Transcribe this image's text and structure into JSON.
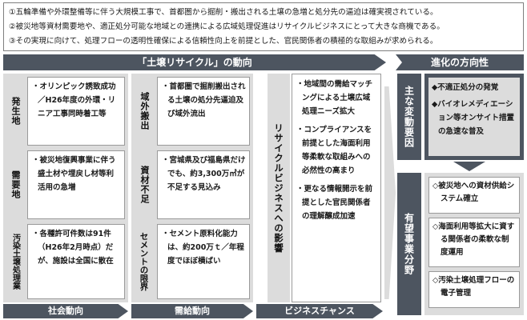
{
  "intro": {
    "lines": [
      "①五輪準備や外環整備等に伴う大規模工事で、首都圏から掘削・搬出される土壌の急増と処分先の逼迫は確実視されている。",
      "②被災地等資材需要地や、適正処分可能な地域との連携による広域処理促進はリサイクルビジネスにとって大きな商機である。",
      "③その実現に向けて、処理フローの透明性確保による信頼性向上を前提とした、官民関係者の積極的な取組みが求められる。"
    ]
  },
  "trend_header": "「土壌リサイクル」の動向",
  "evolution_header": "進化の方向性",
  "social": {
    "rows": [
      {
        "label": "発生地",
        "text": "・オリンピック誘致成功／H26年度の外環・リニア工事同時着工等"
      },
      {
        "label": "需要地",
        "text": "・被災地復興事業に伴う盛土材や埋戻し材等利活用の急増"
      },
      {
        "label": "汚染土壌処理業",
        "text": "・各種許可件数は91件（H26年2月時点）だが、施設は全国に散在"
      }
    ],
    "footer": "社会動向"
  },
  "supply": {
    "rows": [
      {
        "label": "域外搬出",
        "text": "・首都圏で掘削搬出される土壌の処分先逼迫及び域外流出"
      },
      {
        "label": "資材不足",
        "text": "・宮城県及び福島県だけでも、約3,300万㎥が不足する見込み"
      },
      {
        "label": "セメントの限界",
        "text": "・セメント原料化能力は、約200万ｔ／年程度でほぼ横ばい"
      }
    ],
    "footer": "需給動向"
  },
  "business": {
    "label": "リサイクルビジネスへの影響",
    "items": [
      "・地域間の需給マッチングによる土壌広域処理ニーズ拡大",
      "・コンプライアンスを前提とした海面利用等柔軟な取組みへの必然性の高まり",
      "・更なる情報開示を前提とした官民関係者の理解醸成加速"
    ],
    "footer": "ビジネスチャンス"
  },
  "factors": {
    "label": "主な変動要因",
    "items": [
      "◆不適正処分の発覚",
      "◆バイオレメディエーション等オンサイト措置の急速な普及"
    ]
  },
  "promising": {
    "label": "有望事業分野",
    "items": [
      "◇被災地への資材供給システム確立",
      "◇海面利用等拡大に資する関係者の柔軟な制度運用",
      "◇汚染土壌処理フローの電子管理"
    ]
  }
}
